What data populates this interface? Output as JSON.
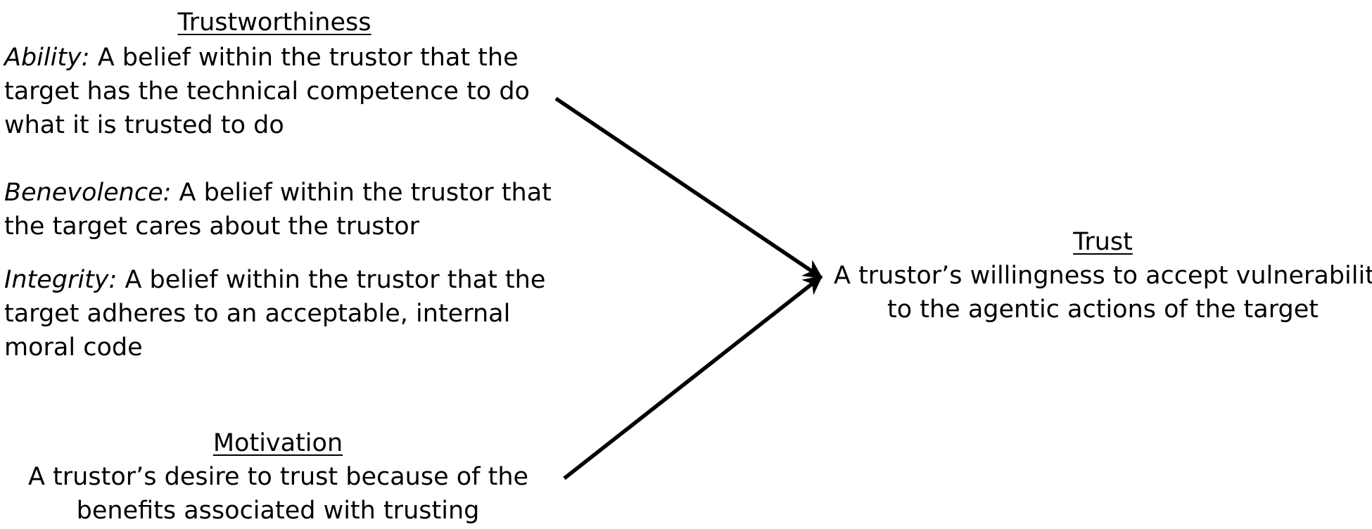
{
  "trustworthiness": {
    "heading": "Trustworthiness",
    "ability": {
      "term": "Ability:",
      "lines": [
        " A belief within the trustor that the",
        "target has the technical competence to do",
        "what it is trusted to do"
      ]
    },
    "benevolence": {
      "term": "Benevolence:",
      "lines": [
        " A belief within the trustor that",
        "the target cares about the trustor"
      ]
    },
    "integrity": {
      "term": "Integrity:",
      "lines": [
        " A belief within the trustor that the",
        "target adheres to an acceptable, internal",
        "moral code"
      ]
    }
  },
  "motivation": {
    "heading": "Motivation",
    "lines": [
      "A trustor’s desire to trust because of the",
      "benefits associated with trusting"
    ]
  },
  "trust": {
    "heading": "Trust",
    "lines": [
      "A trustor’s willingness to accept vulnerability",
      "to the agentic actions of the target"
    ]
  }
}
